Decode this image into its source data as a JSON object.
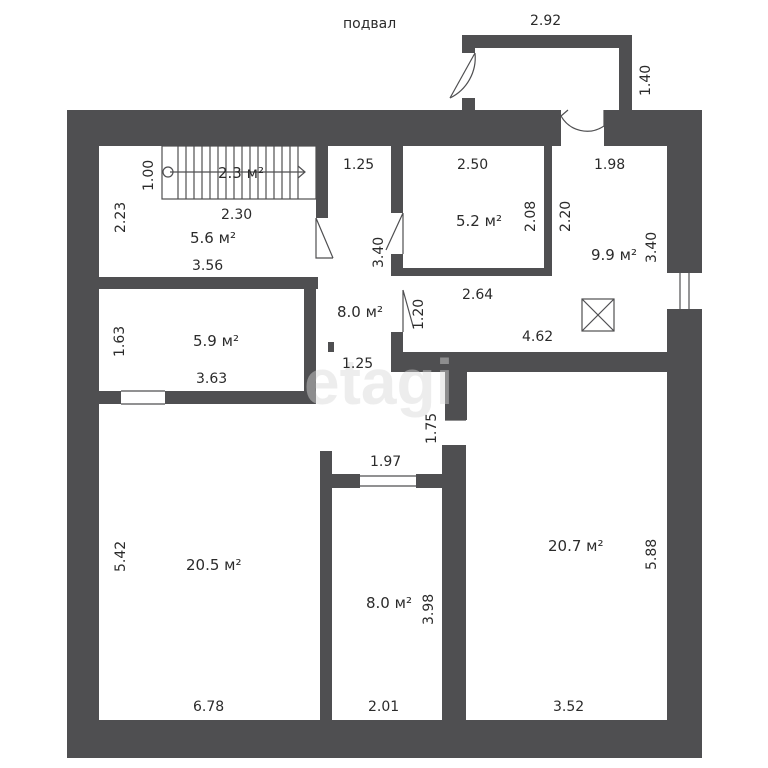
{
  "title": "подвал",
  "watermark": "etagi",
  "colors": {
    "wall": "#4f4f51",
    "background": "#ffffff",
    "text": "#2b2b2b"
  },
  "areas": {
    "stairs": "2.3 м²",
    "room_top_left": "5.6 м²",
    "room_mid_left": "5.9 м²",
    "corridor": "8.0 м²",
    "room_small": "5.2 м²",
    "room_right_top": "9.9 м²",
    "room_large_left": "20.5 м²",
    "room_center": "8.0 м²",
    "room_large_right": "20.7 м²"
  },
  "dimensions": {
    "annex_width": "2.92",
    "annex_height": "1.40",
    "stairs_height": "1.00",
    "room_tl_height": "2.23",
    "stairs_width": "2.30",
    "room_tl_width": "3.56",
    "corridor_top": "1.25",
    "corridor_door": "3.40",
    "corridor_bottom": "1.25",
    "small_room_width": "2.50",
    "small_room_height": "2.08",
    "rt_left_height": "2.20",
    "rt_top_width": "1.98",
    "rt_height": "3.40",
    "rt_bottom_width": "2.64",
    "rt_door": "1.20",
    "rt_full_width": "4.62",
    "room_ml_height": "1.63",
    "room_ml_width": "3.63",
    "passage_height": "1.75",
    "passage_width": "1.97",
    "large_left_height": "5.42",
    "large_left_width": "6.78",
    "center_height": "3.98",
    "center_width": "2.01",
    "large_right_height": "5.88",
    "large_right_width": "3.52"
  }
}
